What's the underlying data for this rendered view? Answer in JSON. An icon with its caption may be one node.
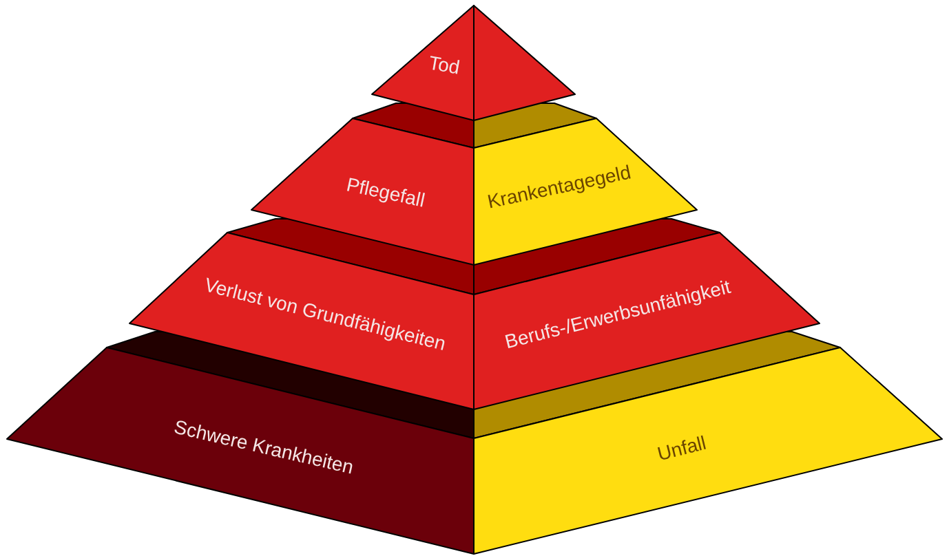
{
  "diagram": {
    "nodes": [
      {
        "text": [
          "Tod"
        ]
      },
      {
        "text": [
          "Pflegefall"
        ]
      },
      {
        "text": [
          "Krankentagegeld"
        ]
      },
      {
        "text": [
          "Verlust von Grundfähigkeiten"
        ]
      },
      {
        "text": [
          "Berufs-/Erwerbsunfähigkeit"
        ]
      },
      {
        "text": [
          "Schwere Krankheiten"
        ]
      },
      {
        "text": [
          "Unfall"
        ]
      }
    ]
  }
}
